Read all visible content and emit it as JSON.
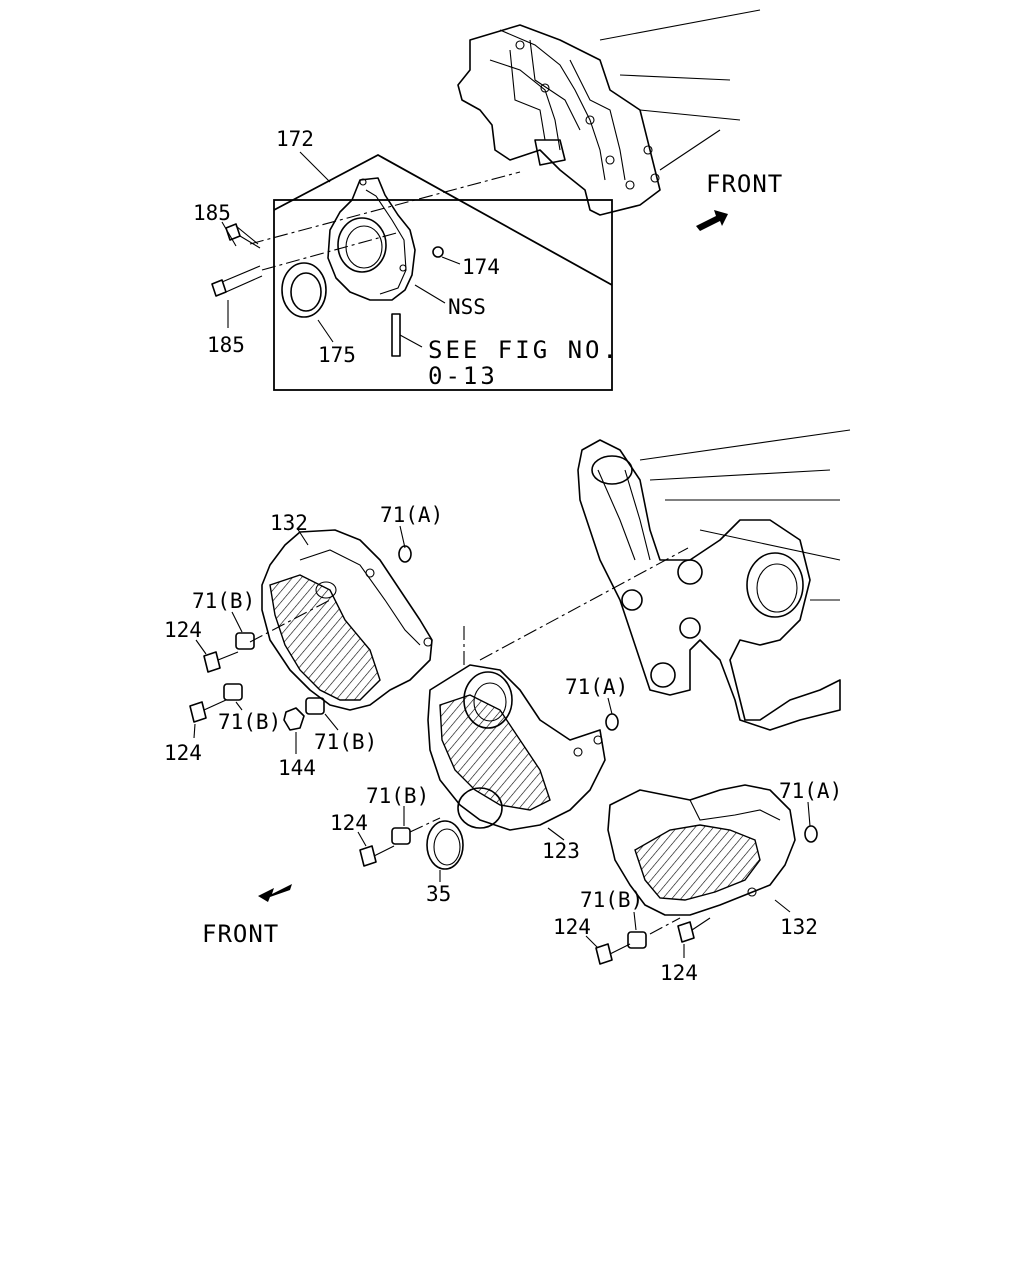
{
  "top_group": {
    "box_label": "172",
    "labels": [
      "185",
      "185",
      "174",
      "NSS",
      "175"
    ],
    "note_line1": "SEE FIG NO.",
    "note_line2": "0-13",
    "front_label": "FRONT"
  },
  "bottom_group": {
    "labels": [
      "132",
      "71(A)",
      "71(B)",
      "124",
      "124",
      "71(B)",
      "144",
      "71(B)",
      "71(A)",
      "71(B)",
      "124",
      "35",
      "123",
      "71(A)",
      "71(B)",
      "124",
      "124",
      "132"
    ],
    "front_label": "FRONT"
  }
}
